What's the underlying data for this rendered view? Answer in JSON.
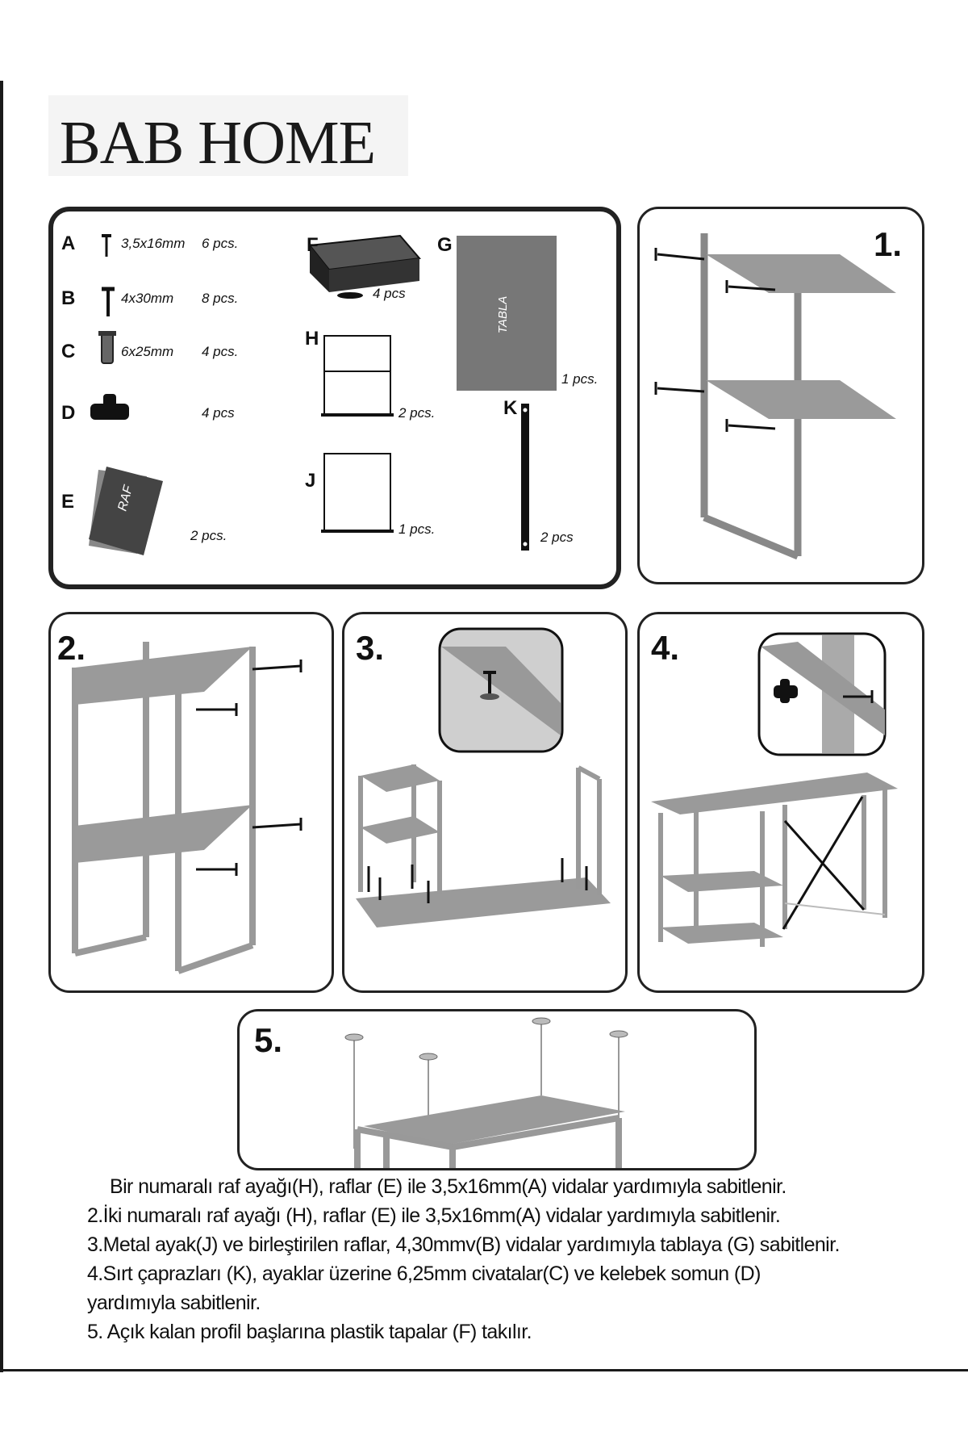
{
  "brand": "BAB HOME",
  "parts": [
    {
      "letter": "A",
      "spec": "3,5x16mm",
      "qty": "6 pcs."
    },
    {
      "letter": "B",
      "spec": "4x30mm",
      "qty": "8 pcs."
    },
    {
      "letter": "C",
      "spec": "6x25mm",
      "qty": "4 pcs."
    },
    {
      "letter": "D",
      "spec": "",
      "qty": "4 pcs"
    },
    {
      "letter": "E",
      "spec": "",
      "qty": "2 pcs.",
      "label": "RAF"
    },
    {
      "letter": "F",
      "spec": "",
      "qty": "4 pcs"
    },
    {
      "letter": "G",
      "spec": "",
      "qty": "1 pcs.",
      "label": "TABLA"
    },
    {
      "letter": "H",
      "spec": "",
      "qty": "2 pcs."
    },
    {
      "letter": "J",
      "spec": "",
      "qty": "1 pcs."
    },
    {
      "letter": "K",
      "spec": "",
      "qty": "2 pcs"
    }
  ],
  "steps": [
    "1.",
    "2.",
    "3.",
    "4.",
    "5."
  ],
  "instructions": [
    "Bir numaralı raf ayağı(H), raflar (E) ile 3,5x16mm(A) vidalar yardımıyla sabitlenir.",
    "2.İki numaralı raf ayağı (H), raflar (E) ile 3,5x16mm(A) vidalar yardımıyla sabitlenir.",
    "3.Metal ayak(J) ve birleştirilen raflar, 4,30mmv(B) vidalar yardımıyla tablaya (G) sabitlenir.",
    "4.Sırt çaprazları (K), ayaklar üzerine 6,25mm civatalar(C) ve kelebek somun (D)",
    "yardımıyla sabitlenir.",
    "5. Açık kalan profil başlarına plastik tapalar (F) takılır."
  ]
}
